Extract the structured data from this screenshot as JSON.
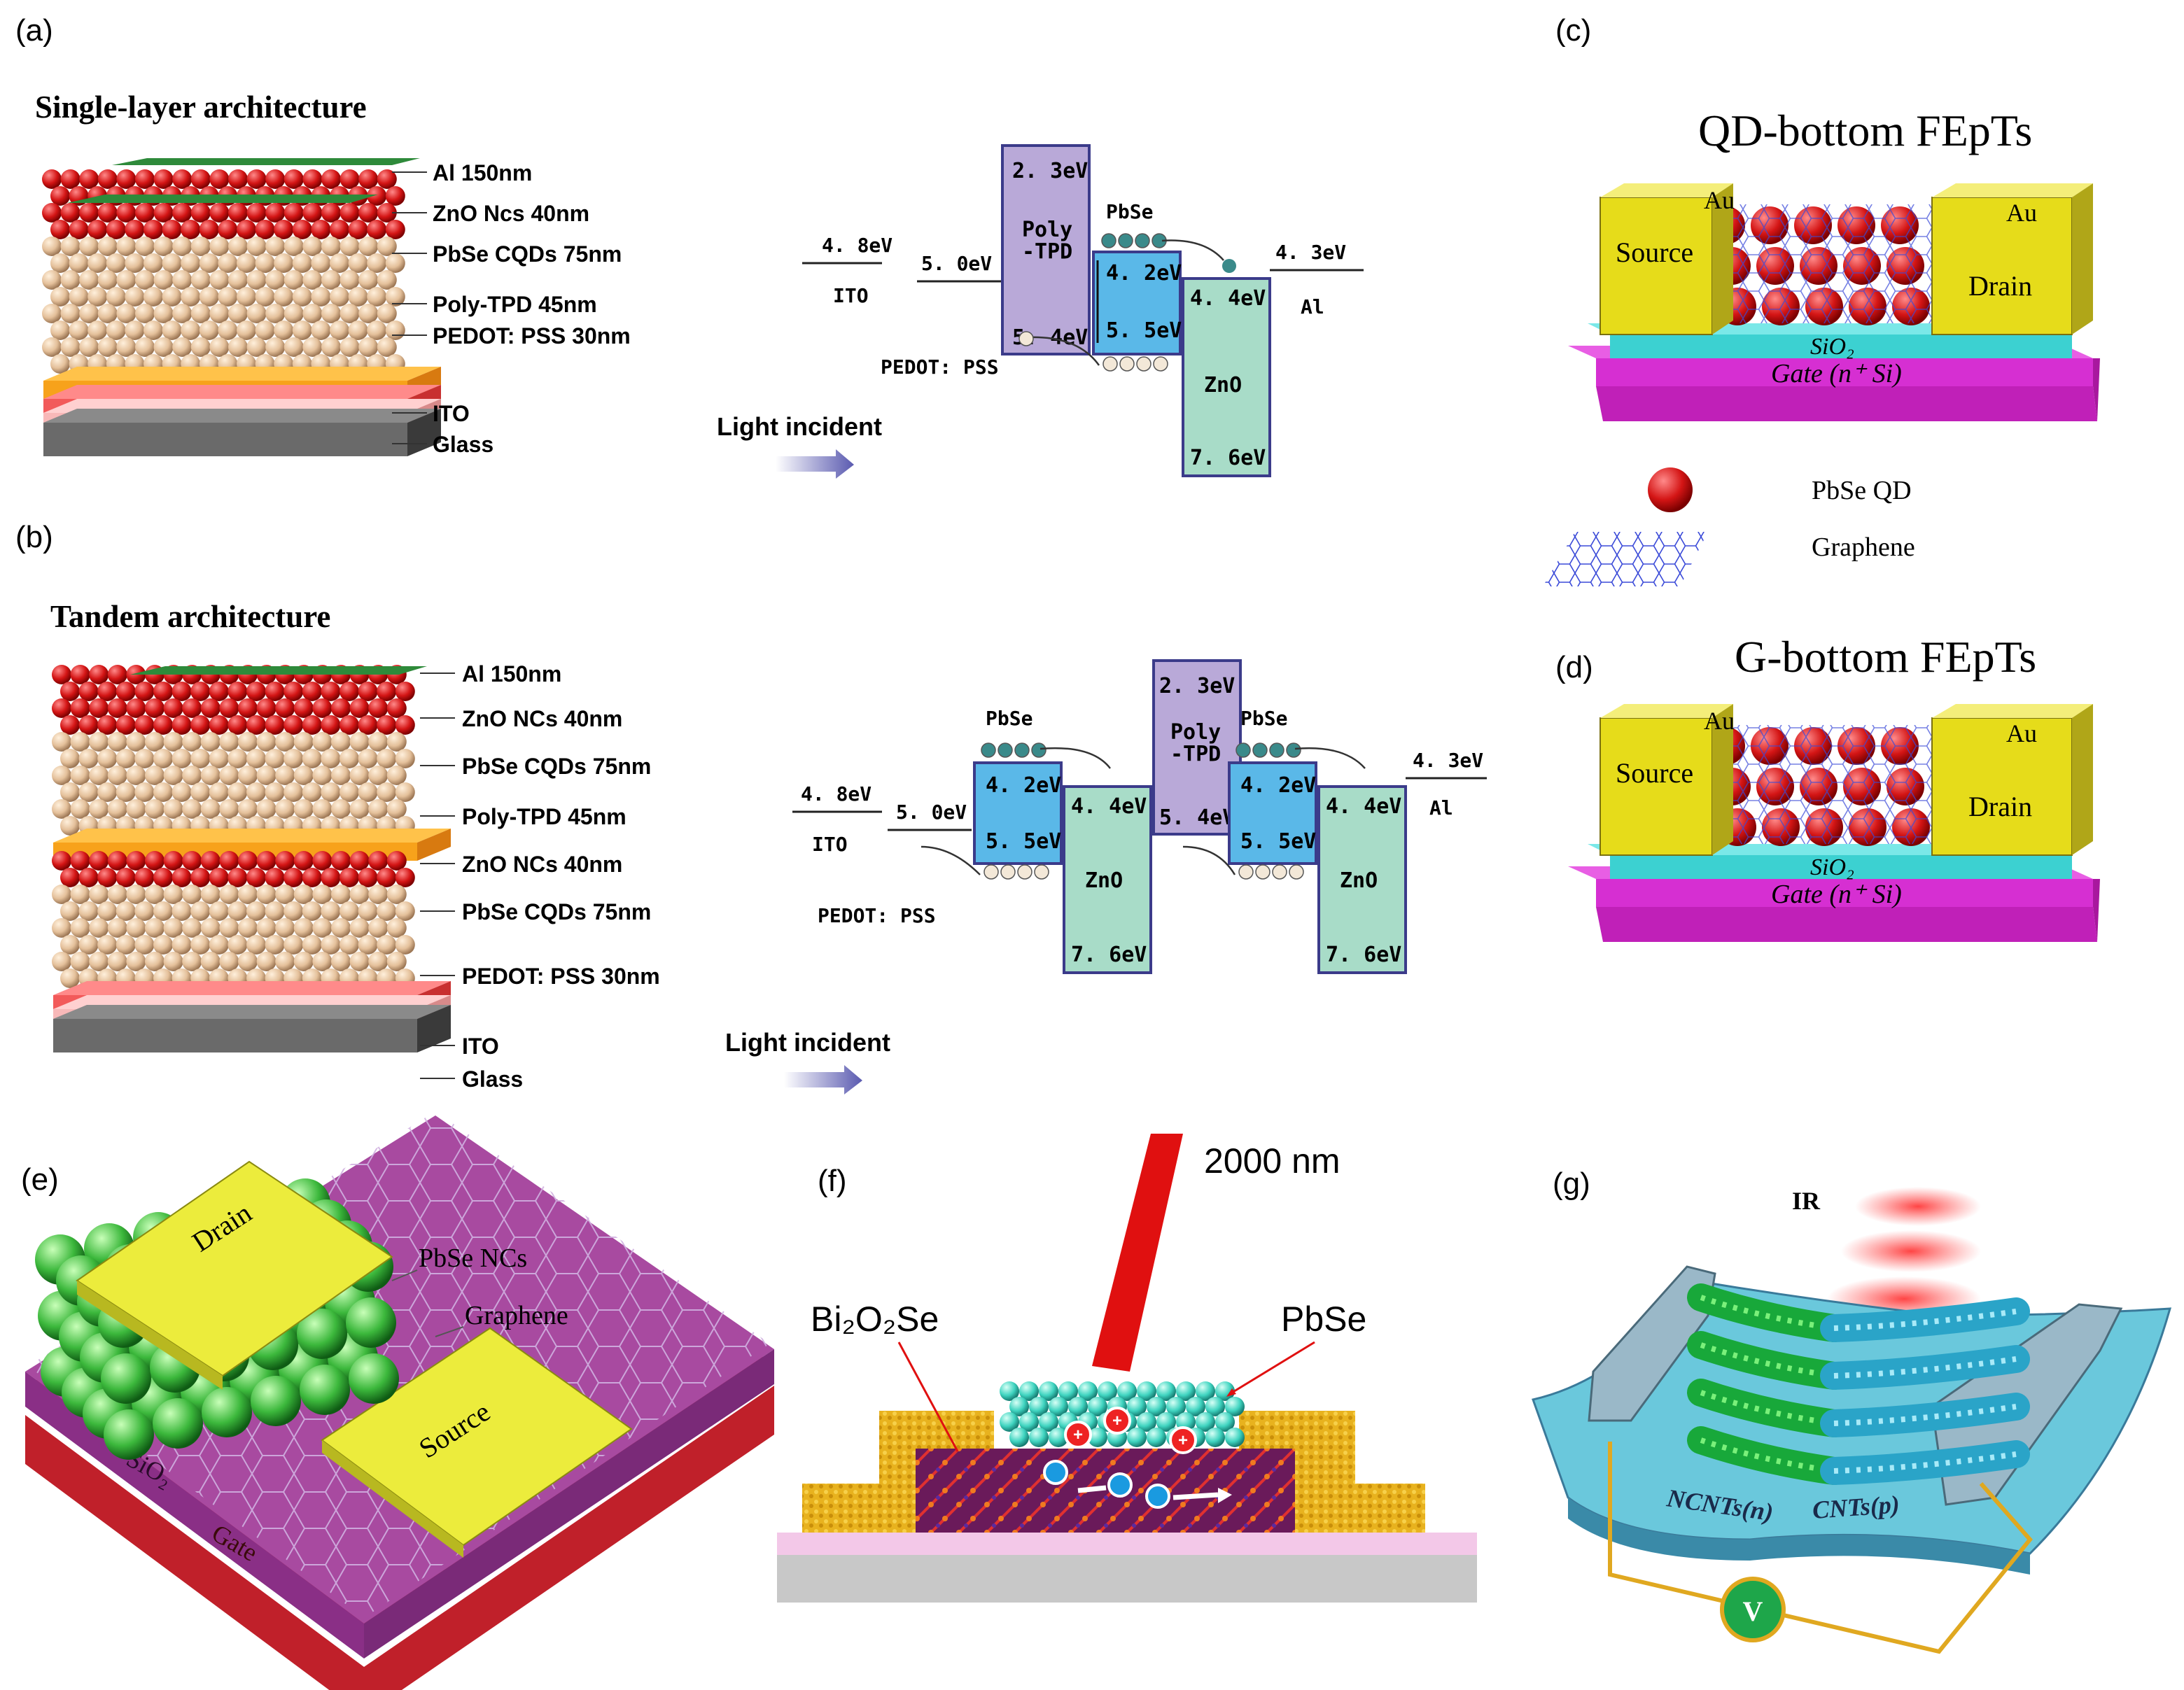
{
  "panels": {
    "a": {
      "label": "(a)",
      "title": "Single-layer architecture",
      "layers": [
        "Al 150nm",
        "ZnO Ncs 40nm",
        "PbSe CQDs 75nm",
        "Poly-TPD 45nm",
        "PEDOT: PSS 30nm",
        "ITO",
        "Glass"
      ],
      "levels": {
        "ito_wf": "4. 8eV",
        "ito": "ITO",
        "pedot_wf": "5. 0eV",
        "pedot": "PEDOT: PSS",
        "ptpd_top": "2. 3eV",
        "ptpd": "Poly\n-TPD",
        "ptpd_bot": "5. 4eV",
        "pbse": "PbSe",
        "pbse_top": "4. 2eV",
        "pbse_bot": "5. 5eV",
        "zno_top": "4. 4eV",
        "zno": "ZnO",
        "zno_bot": "7. 6eV",
        "al_wf": "4. 3eV",
        "al": "Al"
      },
      "light": "Light incident"
    },
    "b": {
      "label": "(b)",
      "title": "Tandem architecture",
      "layers": [
        "Al 150nm",
        "ZnO NCs 40nm",
        "PbSe CQDs 75nm",
        "Poly-TPD 45nm",
        "ZnO NCs 40nm",
        "PbSe CQDs 75nm",
        "PEDOT: PSS 30nm",
        "ITO",
        "Glass"
      ],
      "levels": {
        "ito_wf": "4. 8eV",
        "ito": "ITO",
        "pedot_wf": "5. 0eV",
        "pedot": "PEDOT: PSS",
        "pbse": "PbSe",
        "pbse_top": "4. 2eV",
        "pbse_bot": "5. 5eV",
        "zno_top": "4. 4eV",
        "zno": "ZnO",
        "zno_bot": "7. 6eV",
        "ptpd_top": "2. 3eV",
        "ptpd": "Poly\n-TPD",
        "ptpd_bot": "5. 4eV",
        "al_wf": "4. 3eV",
        "al": "Al"
      },
      "light": "Light incident"
    },
    "c": {
      "label": "(c)",
      "title": "QD-bottom FEpTs",
      "au": "Au",
      "source": "Source",
      "drain": "Drain",
      "sio2": "SiO₂",
      "gate": "Gate (n⁺ Si)",
      "legend_qd": "PbSe QD",
      "legend_graphene": "Graphene"
    },
    "d": {
      "label": "(d)",
      "title": "G-bottom FEpTs",
      "au": "Au",
      "source": "Source",
      "drain": "Drain",
      "sio2": "SiO₂",
      "gate": "Gate (n⁺ Si)"
    },
    "e": {
      "label": "(e)",
      "drain": "Drain",
      "source": "Source",
      "pbse": "PbSe NCs",
      "graphene": "Graphene",
      "sio2": "SiO₂",
      "gate": "Gate"
    },
    "f": {
      "label": "(f)",
      "wavelength": "2000 nm",
      "bi2o2se": "Bi₂O₂Se",
      "pbse": "PbSe"
    },
    "g": {
      "label": "(g)",
      "ir": "IR",
      "ncnt": "NCNTs(n)",
      "cnt": "CNTs(p)",
      "v": "V"
    }
  },
  "colors": {
    "ptpd": "#b9a9d8",
    "pbse_band": "#5ab8e8",
    "zno_band": "#a8dcc8",
    "band_border": "#3b3b8a",
    "au": "#e6dc1a",
    "sio2": "#3cd1d1",
    "gate": "#d62fd2",
    "qd": "#d41515",
    "nc_green": "#3cb83c",
    "pbse_cqd": "#e4c09a",
    "zno_nc": "#b21212",
    "al": "#2e8a3a",
    "ptpd_layer": "#f7a21b",
    "pedot": "#f25a5a"
  }
}
